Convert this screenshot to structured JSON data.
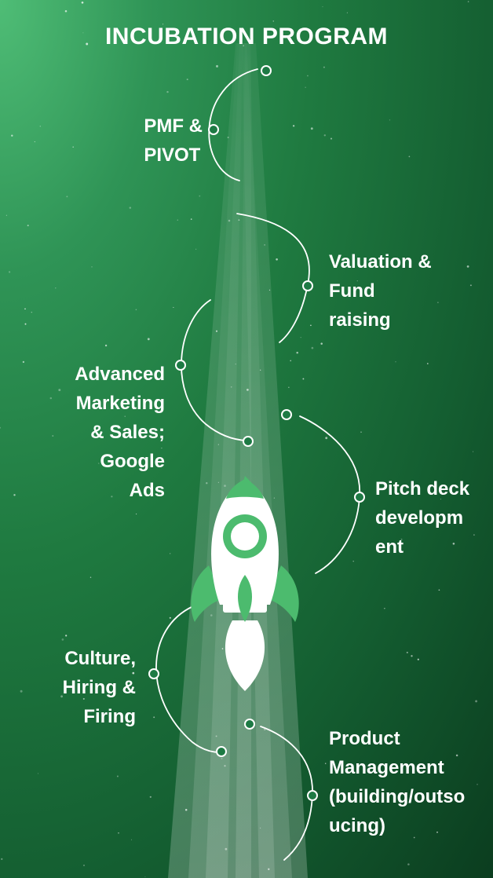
{
  "title": "INCUBATION PROGRAM",
  "stages": {
    "pmf": [
      "PMF &",
      "PIVOT"
    ],
    "valuation": [
      "Valuation &",
      "Fund",
      "raising"
    ],
    "marketing": [
      "Advanced",
      "Marketing",
      "& Sales;",
      "Google",
      "Ads"
    ],
    "pitch": [
      "Pitch deck",
      "developm",
      "ent"
    ],
    "culture": [
      "Culture,",
      "Hiring &",
      "Firing"
    ],
    "product": [
      "Product",
      "Management",
      "(building/outso",
      "ucing)"
    ]
  },
  "colors": {
    "background_top": "#4fbd76",
    "background_bottom": "#0b3d1f",
    "rocket_body": "#ffffff",
    "rocket_accent": "#4cbb6e",
    "path_line": "#ffffff"
  },
  "icons": [
    "rocket-icon",
    "milestone-dot-icon"
  ]
}
